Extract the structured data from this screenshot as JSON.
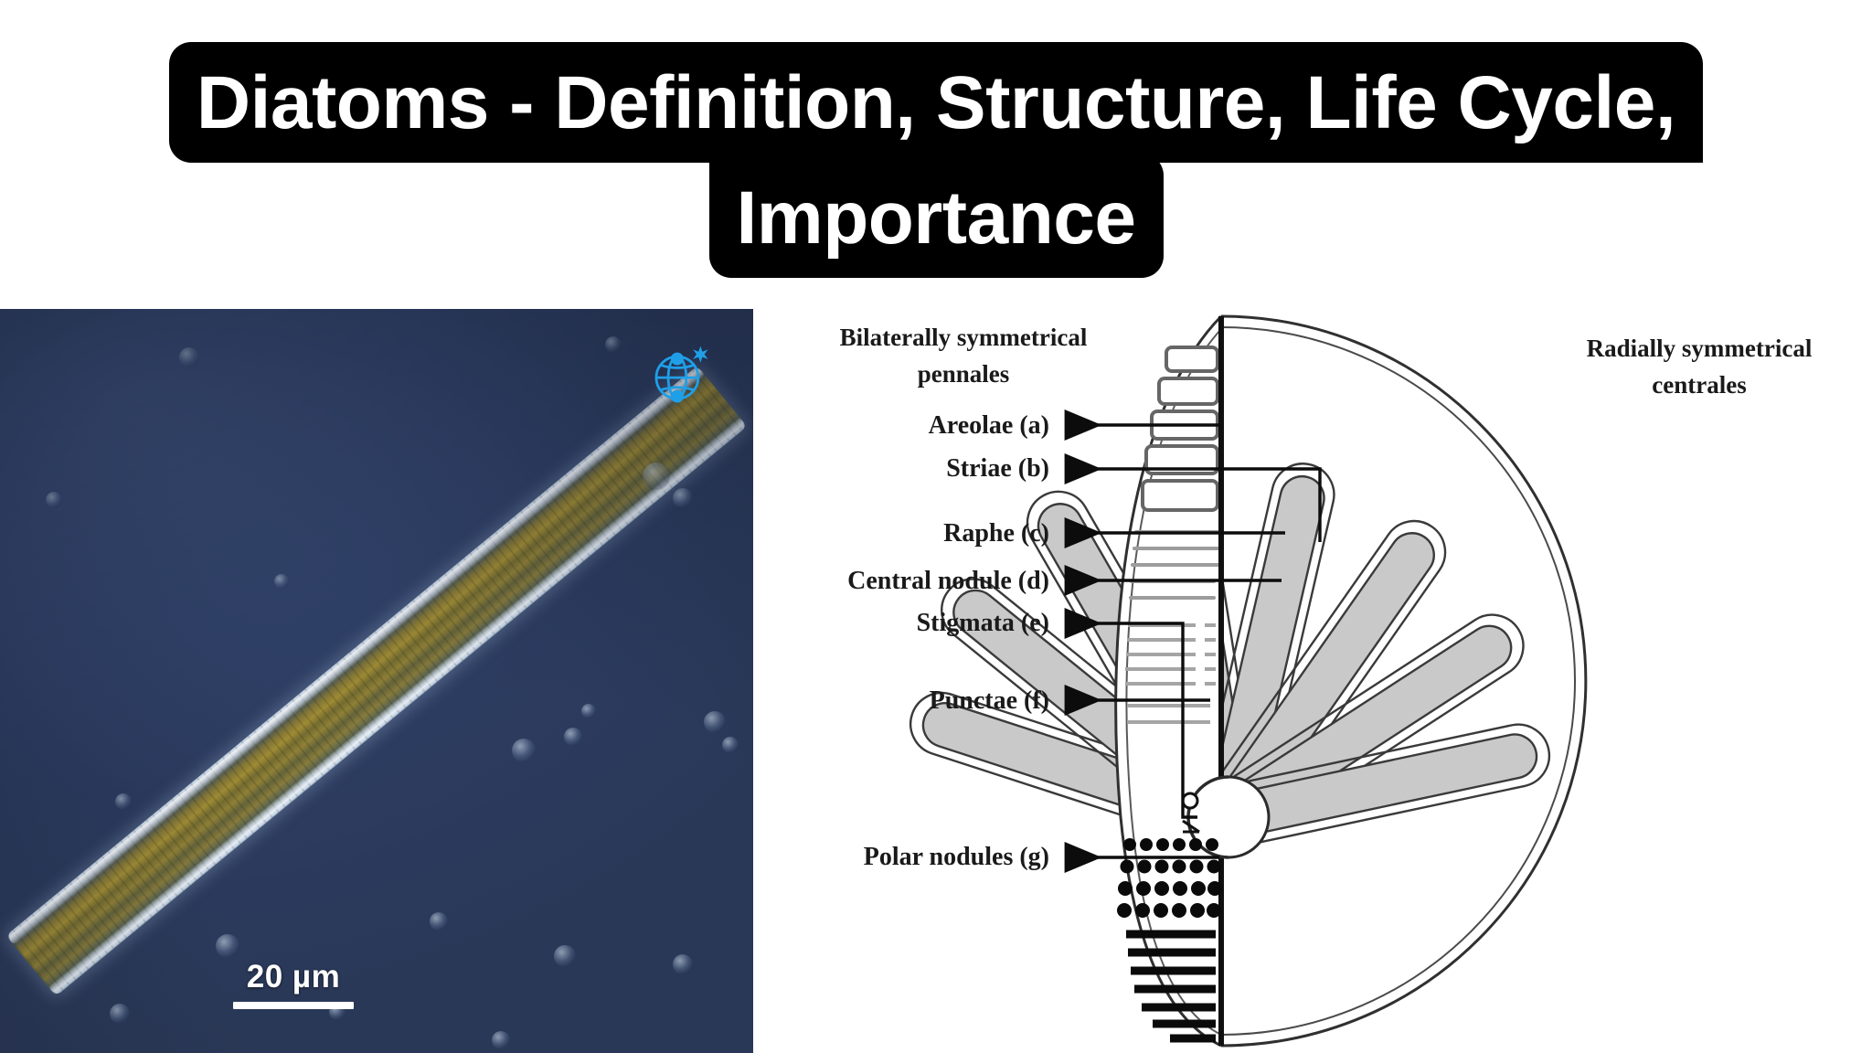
{
  "page": {
    "background": "#ffffff",
    "title_bg": "#000000",
    "title_fg": "#ffffff"
  },
  "title": {
    "line1": "Diatoms - Definition, Structure, Life Cycle,",
    "line2": "Importance",
    "full": "Diatoms - Definition, Structure, Life Cycle, Importance"
  },
  "photo": {
    "caption_alt": "Light micrograph of a pennate diatom cell",
    "scale_bar": "20 µm",
    "background_color": "#33456e",
    "watermark": {
      "icon": "globe-icon",
      "color": "#1f9fe8"
    }
  },
  "diagram": {
    "headings": {
      "left_line1": "Bilaterally symmetrical",
      "left_line2": "pennales",
      "right_line1": "Radially symmetrical",
      "right_line2": "centrales"
    },
    "labels": [
      {
        "id": "a",
        "text": "Areolae (a)"
      },
      {
        "id": "b",
        "text": "Striae (b)"
      },
      {
        "id": "c",
        "text": "Raphe (c)"
      },
      {
        "id": "d",
        "text": "Central nodule (d)"
      },
      {
        "id": "e",
        "text": "Stigmata (e)"
      },
      {
        "id": "f",
        "text": "Punctae (f)"
      },
      {
        "id": "g",
        "text": "Polar nodules (g)"
      }
    ],
    "colors": {
      "petal_fill": "#c9c9c9",
      "outline": "#2b2b2b",
      "ink": "#111111"
    }
  }
}
